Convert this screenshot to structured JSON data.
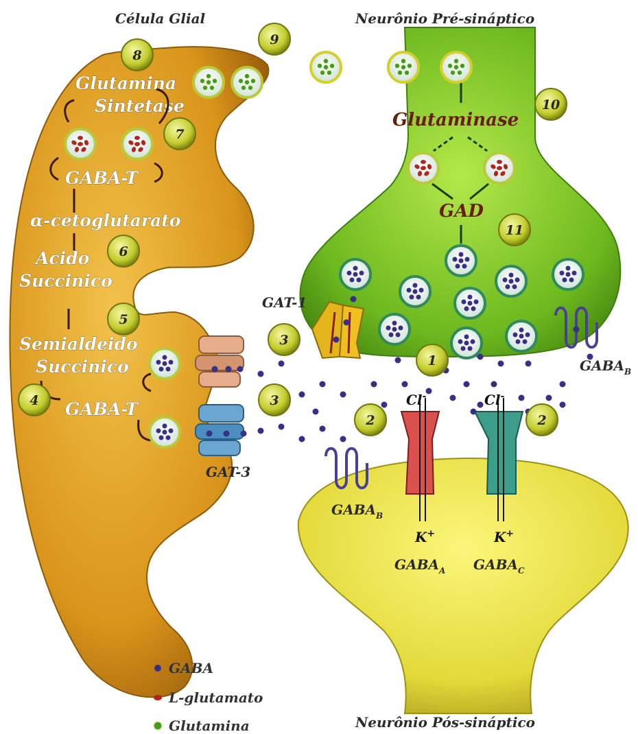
{
  "labels": {
    "glial_cell": "Célula Glial",
    "presynaptic": "Neurônio Pré-sináptico",
    "postsynaptic": "Neurônio Pós-sináptico",
    "glutamina_sintetase_1": "Glutamina",
    "glutamina_sintetase_2": "Sintetase",
    "gaba_t_top": "GABA-T",
    "alpha_keto": "α-cetoglutarato",
    "acido_1": "Acido",
    "acido_2": "Succinico",
    "semial_1": "Semialdeido",
    "semial_2": "Succinico",
    "gaba_t_bottom": "GABA-T",
    "glutaminase": "Glutaminase",
    "gad": "GAD",
    "gat1": "GAT-1",
    "gat3": "GAT-3",
    "gabab_pre": "GABA",
    "gabab_pre_sub": "B",
    "gabab_post": "GABA",
    "gabab_post_sub": "B",
    "cl_1": "Cl",
    "cl_2": "Cl",
    "cl_sup": "-",
    "k_1": "K",
    "k_2": "K",
    "k_sup": "+",
    "gabaa": "GABA",
    "gabaa_sub": "A",
    "gabac": "GABA",
    "gabac_sub": "C"
  },
  "steps": [
    "1",
    "2",
    "2",
    "3",
    "3",
    "4",
    "5",
    "6",
    "7",
    "8",
    "9",
    "10",
    "11"
  ],
  "legend": {
    "gaba": "GABA",
    "glutamate": "L-glutamato",
    "glutamine": "Glutamina"
  },
  "colors": {
    "glia": "#d99a1a",
    "presynaptic": "#6fbf1f",
    "postsynaptic": "#e8e24a",
    "gaba_dot": "#3a2f86",
    "glutamate_dot": "#b3261e",
    "glutamine_dot": "#3f9a2a",
    "step_circle": "#c8d23c"
  }
}
